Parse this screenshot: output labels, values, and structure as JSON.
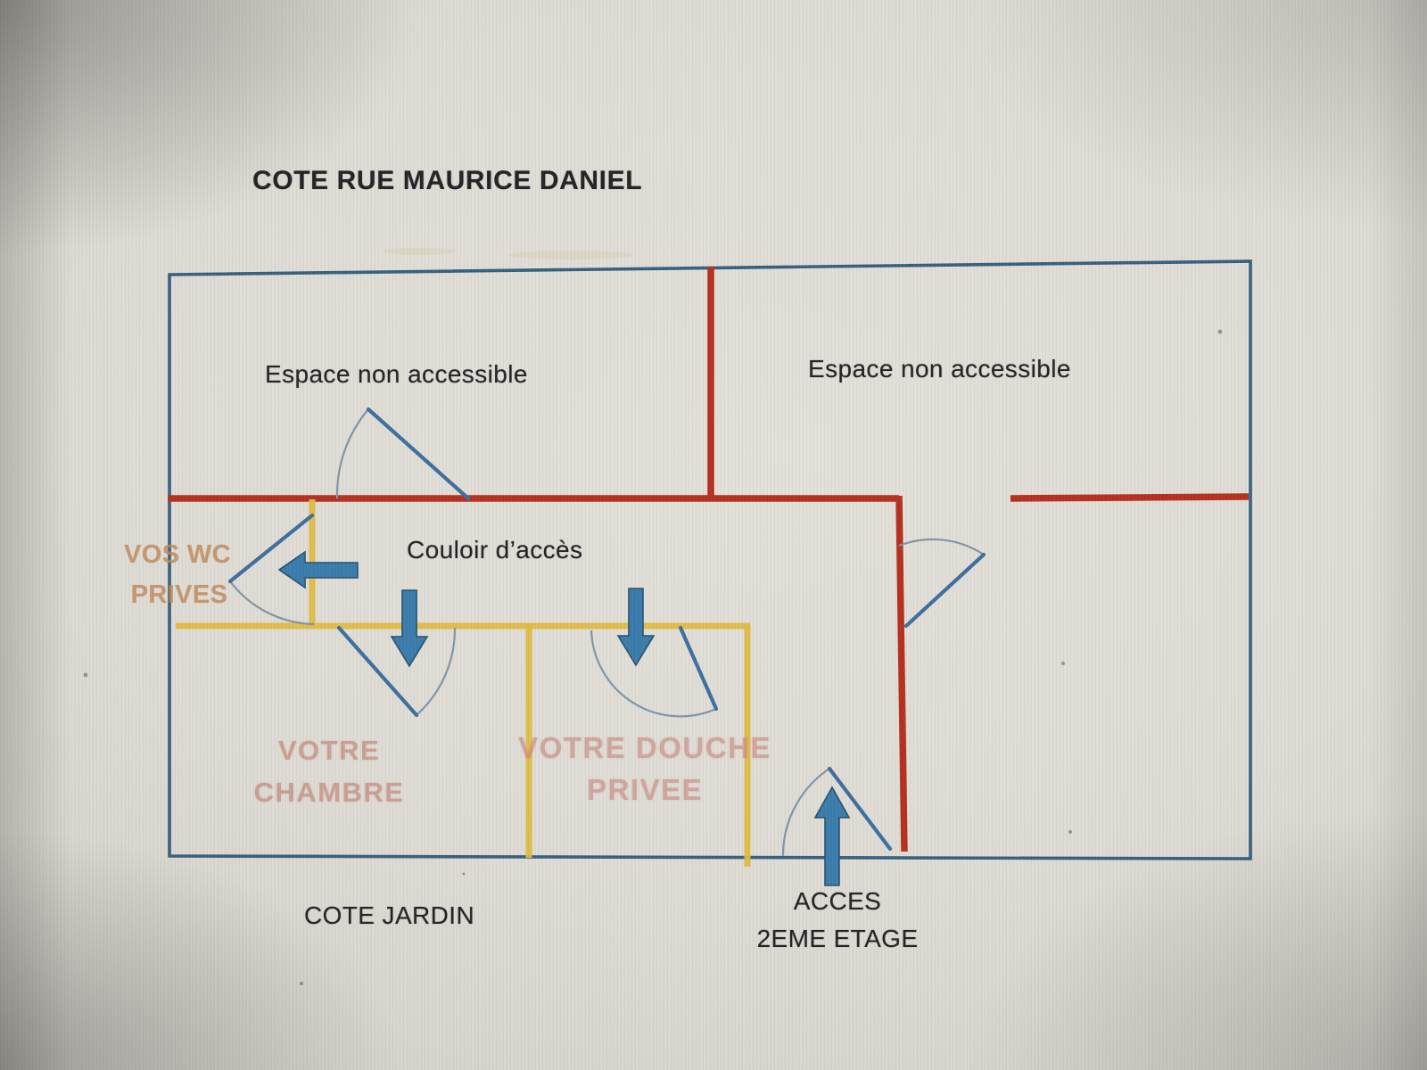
{
  "photo": {
    "background": "#dedbd4"
  },
  "plan": {
    "title": "COTE RUE MAURICE DANIEL",
    "labels": {
      "espace_left": "Espace non accessible",
      "espace_right": "Espace non accessible",
      "couloir": "Couloir d’accès",
      "wc_line1": "VOS WC",
      "wc_line2": "PRIVES",
      "chambre_line1": "VOTRE",
      "chambre_line2": "CHAMBRE",
      "douche_line1": "VOTRE DOUCHE",
      "douche_line2": "PRIVEE",
      "cote_jardin": "COTE JARDIN",
      "acces_line1": "ACCES",
      "acces_line2": "2EME ETAGE"
    },
    "colors": {
      "outer_wall": "#35607d",
      "red_wall": "#b5301f",
      "yellow_wall": "#dfbb45",
      "arrow_fill": "#3a7cab",
      "arrow_edge": "#27506f",
      "door_arc": "#8095a5",
      "door_leaf": "#3d6f9e",
      "dark_text": "#232326",
      "wc_text": "#bf8756",
      "chambre_text": "#c08273",
      "douche_text": "#c6837a"
    }
  }
}
